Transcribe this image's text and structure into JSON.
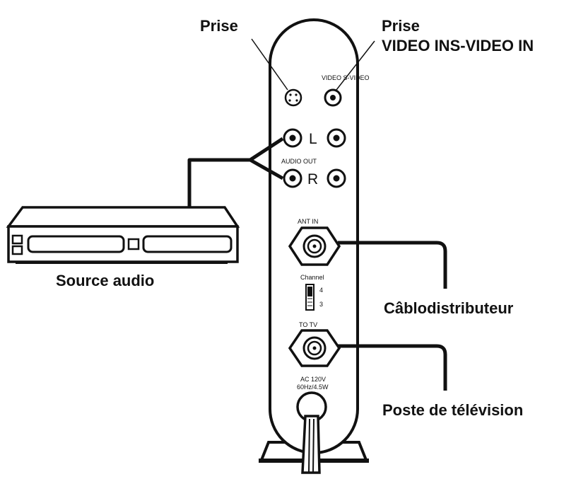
{
  "labels": {
    "prise_left": "Prise",
    "prise_right_1": "Prise",
    "prise_right_2": "VIDEO INS-VIDEO IN",
    "source": "Source audio",
    "cable": "Câblodistributeur",
    "tv": "Poste de télévision"
  },
  "device": {
    "video_label": "VIDEO S-VIDEO",
    "audio_out": "AUDIO OUT",
    "left": "L",
    "right": "R",
    "ant_in": "ANT IN",
    "channel": "Channel",
    "ch4": "4",
    "ch3": "3",
    "to_tv": "TO TV",
    "power_1": "AC 120V",
    "power_2": "60Hz/4.5W"
  }
}
